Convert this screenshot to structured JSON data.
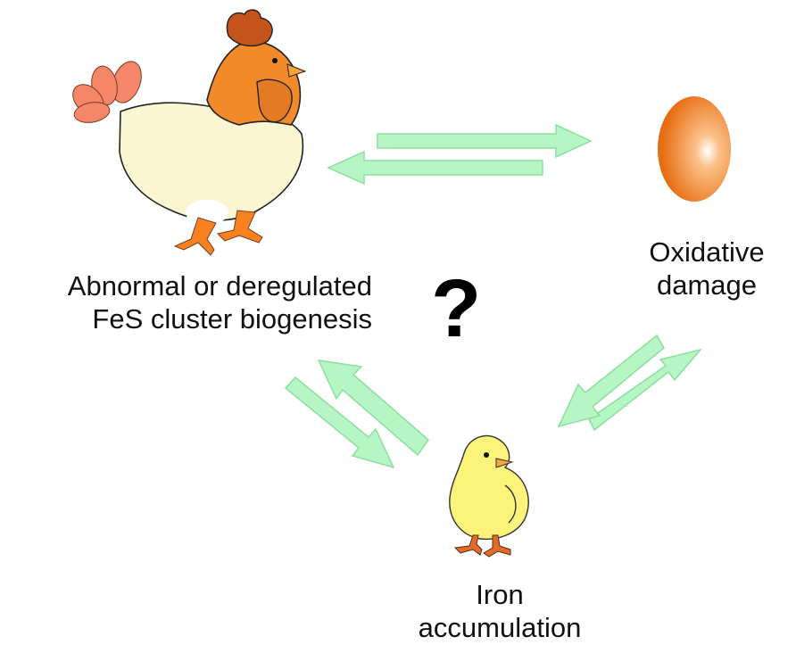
{
  "nodes": {
    "hen": {
      "line1": "Abnormal or deregulated",
      "line2": "FeS cluster biogenesis",
      "icon": "hen-icon"
    },
    "egg": {
      "line1": "Oxidative",
      "line2": "damage",
      "icon": "egg-icon"
    },
    "chick": {
      "line1": "Iron",
      "line2": "accumulation",
      "icon": "chick-icon"
    }
  },
  "center_mark": "?",
  "colors": {
    "arrow_fill": "#b6f5c4",
    "arrow_stroke": "#8ddfa0",
    "hen_body": "#fbf6d2",
    "hen_head": "#f28a2a",
    "comb": "#c4531c",
    "tail": "#f6866a",
    "feet": "#f7821f",
    "egg": "#f0781a",
    "chick": "#fbf37a"
  }
}
